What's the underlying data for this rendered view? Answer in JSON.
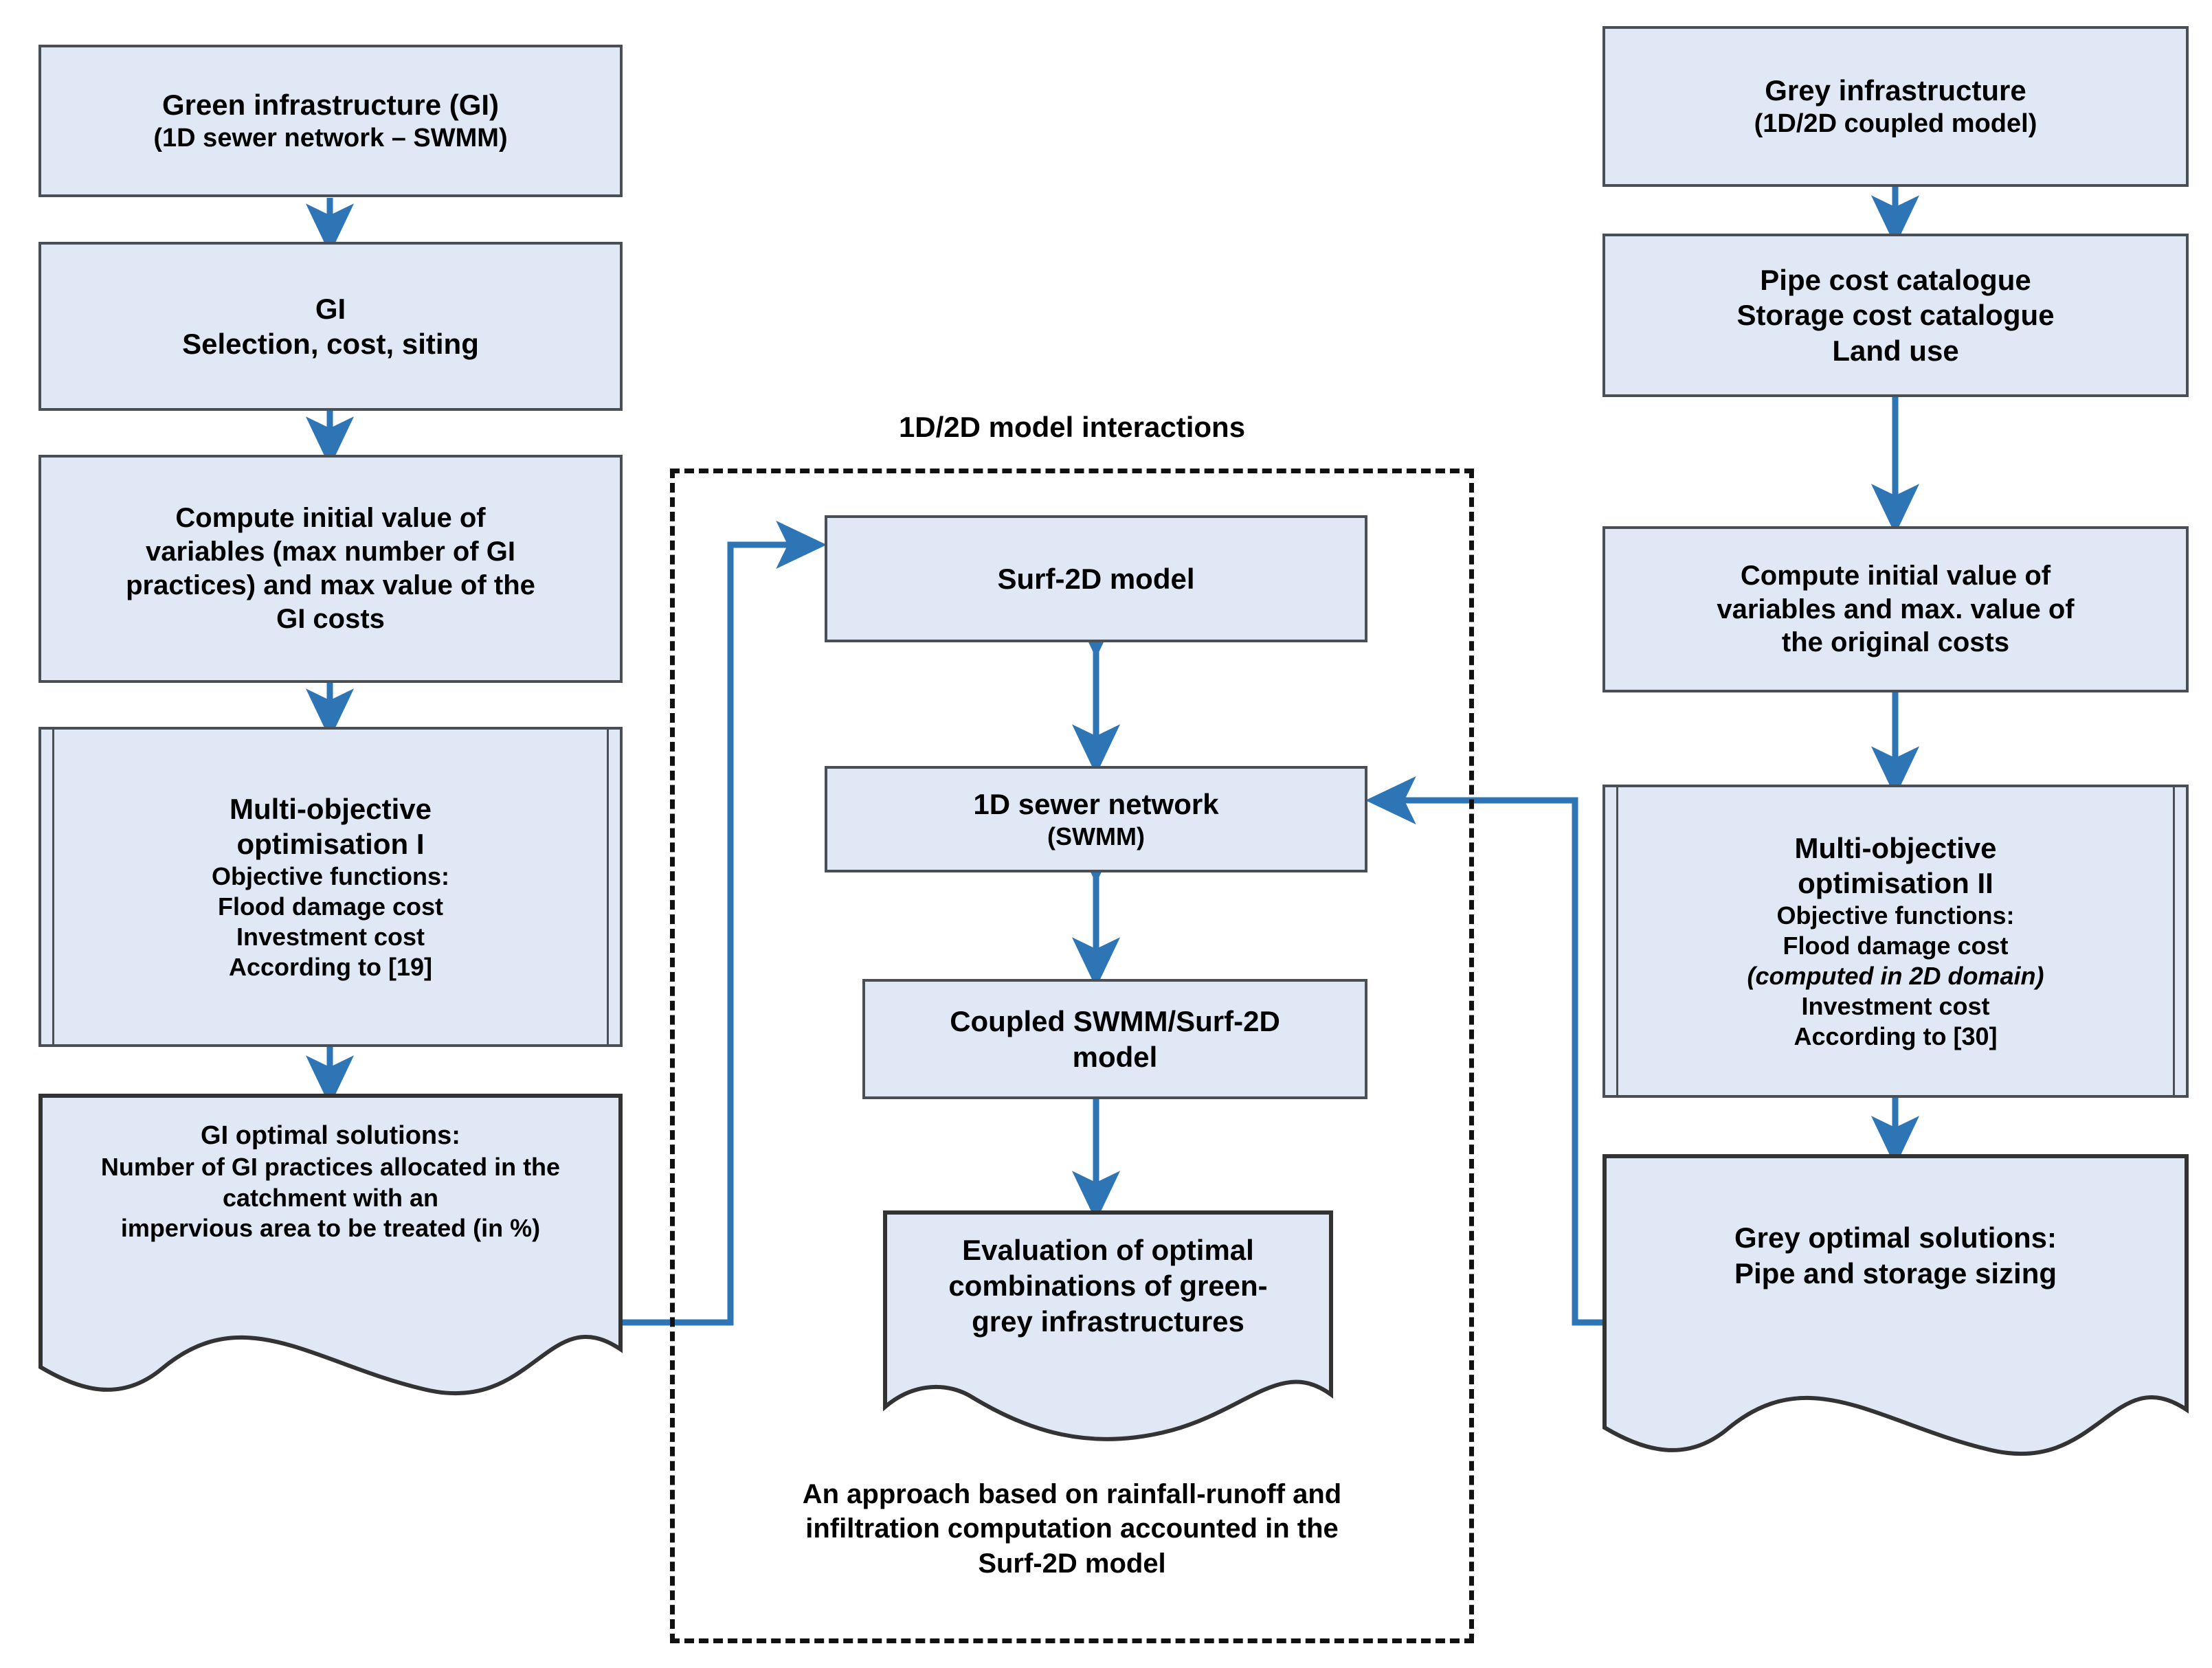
{
  "diagram": {
    "title_center": "1D/2D model interactions",
    "caption_center": [
      "An approach based on rainfall-runoff and",
      "infiltration computation accounted in the",
      "Surf-2D model"
    ],
    "accent_color": "#2e75b6",
    "box_fill": "#dfe8f4",
    "box_border": "#4a4f55"
  },
  "left_column": {
    "green_infrastructure": {
      "line1": "Green infrastructure (GI)",
      "line2": "(1D sewer network – SWMM)"
    },
    "gi_selection": {
      "line1": "GI",
      "line2": "Selection, cost, siting"
    },
    "compute_initial": {
      "line1": "Compute initial value of",
      "line2": "variables (max number of GI",
      "line3": "practices) and max value of the",
      "line4": "GI costs"
    },
    "optimisation_1": {
      "line1": "Multi-objective",
      "line2": "optimisation I",
      "line3": "Objective functions:",
      "line4": "Flood damage cost",
      "line5": "Investment cost",
      "line6": "According to [19]"
    },
    "gi_optimal_solutions": {
      "line1": "GI optimal solutions:",
      "line2": "Number of GI practices allocated in the",
      "line3": "catchment with an",
      "line4": "impervious area to be treated (in %)"
    }
  },
  "center_column": {
    "surf2d": {
      "line1": "Surf-2D model"
    },
    "sewer_1d": {
      "line1": "1D sewer network",
      "line2": "(SWMM)"
    },
    "coupled": {
      "line1": "Coupled SWMM/Surf-2D",
      "line2": "model"
    },
    "evaluation": {
      "line1": "Evaluation of optimal",
      "line2": "combinations of green-",
      "line3": "grey infrastructures"
    }
  },
  "right_column": {
    "grey_infrastructure": {
      "line1": "Grey infrastructure",
      "line2": "(1D/2D coupled model)"
    },
    "catalogues": {
      "line1": "Pipe cost catalogue",
      "line2": "Storage cost catalogue",
      "line3": "Land use"
    },
    "compute_initial": {
      "line1": "Compute initial value of",
      "line2": "variables  and max. value of",
      "line3": "the original costs"
    },
    "optimisation_2": {
      "line1": "Multi-objective",
      "line2": "optimisation II",
      "line3": "Objective functions:",
      "line4": "Flood damage cost",
      "line5": "(computed in 2D domain)",
      "line6": "Investment cost",
      "line7": "According to [30]"
    },
    "grey_optimal_solutions": {
      "line1": "Grey optimal solutions:",
      "line2": "Pipe and storage sizing"
    }
  }
}
